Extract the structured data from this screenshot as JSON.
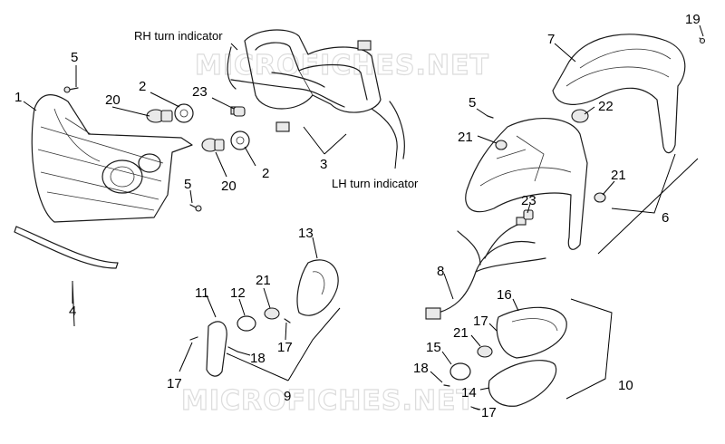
{
  "watermark": "MICROFICHES.NET",
  "labels": {
    "rh_turn_indicator": "RH turn indicator",
    "lh_turn_indicator": "LH turn indicator"
  },
  "callouts": {
    "c1": "1",
    "c2a": "2",
    "c2b": "2",
    "c3": "3",
    "c4": "4",
    "c5a": "5",
    "c5b": "5",
    "c5c": "5",
    "c6": "6",
    "c7": "7",
    "c8": "8",
    "c9": "9",
    "c10": "10",
    "c11": "11",
    "c12": "12",
    "c13": "13",
    "c14": "14",
    "c15": "15",
    "c16": "16",
    "c17a": "17",
    "c17b": "17",
    "c17c": "17",
    "c17d": "17",
    "c18a": "18",
    "c18b": "18",
    "c19": "19",
    "c20a": "20",
    "c20b": "20",
    "c21a": "21",
    "c21b": "21",
    "c21c": "21",
    "c21d": "21",
    "c22": "22",
    "c23a": "23",
    "c23b": "23"
  }
}
